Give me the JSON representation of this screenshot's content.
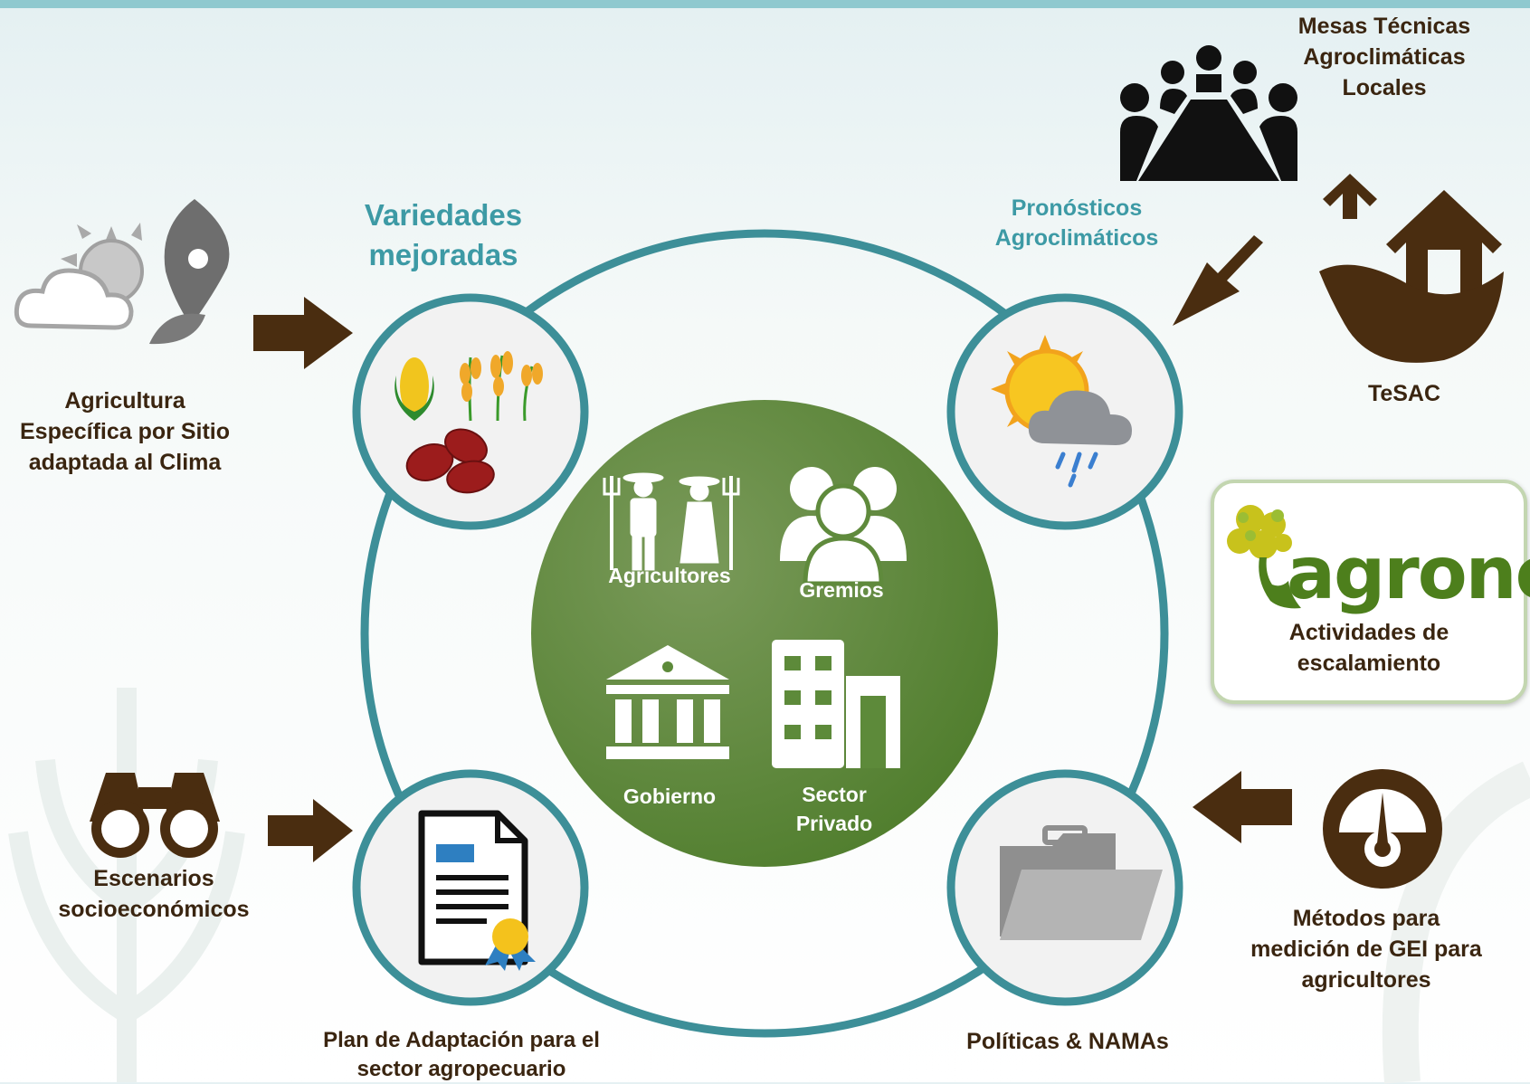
{
  "diagram": {
    "center": {
      "agricultores": "Agricultores",
      "gremios": "Gremios",
      "gobierno": "Gobierno",
      "sector_privado": [
        "Sector",
        "Privado"
      ]
    },
    "nodes": {
      "variedades": [
        "Variedades",
        "mejoradas"
      ],
      "pronosticos": [
        "Pronósticos",
        "Agroclimáticos"
      ],
      "plan": [
        "Plan de Adaptación para el",
        "sector agropecuario"
      ],
      "politicas": "Políticas & NAMAs"
    },
    "inputs": {
      "agricultura": [
        "Agricultura",
        "Específica por Sitio",
        "adaptada al Clima"
      ],
      "escenarios": [
        "Escenarios",
        "socioeconómicos"
      ],
      "mesas": [
        "Mesas Técnicas",
        "Agroclimáticas",
        "Locales"
      ],
      "tesac": "TeSAC",
      "metodos": [
        "Métodos para",
        "medición de GEI para",
        "agricultores"
      ]
    },
    "badge": {
      "brand": "agronet",
      "text": [
        "Actividades de",
        "escalamiento"
      ]
    }
  },
  "colors": {
    "ring": "#3d8f98",
    "center_green": "#5d8a3a",
    "arrow_brown": "#4a2d10",
    "label_brown": "#3a2510",
    "title_teal": "#3d9aa5"
  },
  "icons": [
    "sun-cloud-pin-icon",
    "binoculars-icon",
    "meeting-table-icon",
    "house-leaf-icon",
    "gauge-icon",
    "corn-wheat-beans-icon",
    "sun-rain-cloud-icon",
    "document-certificate-icon",
    "folder-icon",
    "farmers-icon",
    "people-group-icon",
    "government-building-icon",
    "office-building-icon",
    "agronet-tree-logo"
  ]
}
